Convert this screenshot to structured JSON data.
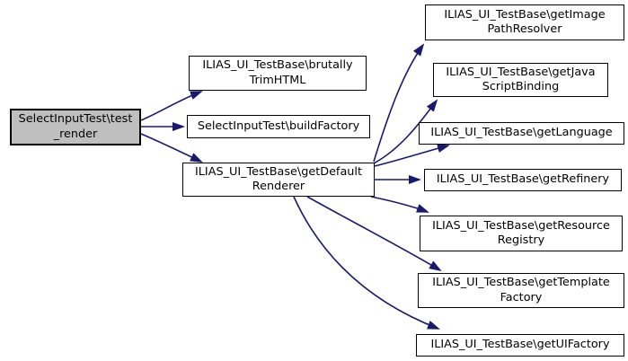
{
  "diagram": {
    "kind": "call-graph",
    "background_color": "#ffffff",
    "node_fill_color": "#ffffff",
    "node_border_color": "#000000",
    "highlight_fill_color": "#bfbfbf",
    "edge_color": "#191970"
  },
  "nodes": [
    {
      "id": "test-render",
      "label": "SelectInputTest\\test\n_render",
      "highlighted": true
    },
    {
      "id": "brutally-trim-html",
      "label": "ILIAS_UI_TestBase\\brutally\nTrimHTML",
      "highlighted": false
    },
    {
      "id": "build-factory",
      "label": "SelectInputTest\\buildFactory",
      "highlighted": false
    },
    {
      "id": "get-default-renderer",
      "label": "ILIAS_UI_TestBase\\getDefault\nRenderer",
      "highlighted": false
    },
    {
      "id": "get-image-path-resolver",
      "label": "ILIAS_UI_TestBase\\getImage\nPathResolver",
      "highlighted": false
    },
    {
      "id": "get-java-script-binding",
      "label": "ILIAS_UI_TestBase\\getJava\nScriptBinding",
      "highlighted": false
    },
    {
      "id": "get-language",
      "label": "ILIAS_UI_TestBase\\getLanguage",
      "highlighted": false
    },
    {
      "id": "get-refinery",
      "label": "ILIAS_UI_TestBase\\getRefinery",
      "highlighted": false
    },
    {
      "id": "get-resource-registry",
      "label": "ILIAS_UI_TestBase\\getResource\nRegistry",
      "highlighted": false
    },
    {
      "id": "get-template-factory",
      "label": "ILIAS_UI_TestBase\\getTemplate\nFactory",
      "highlighted": false
    },
    {
      "id": "get-ui-factory",
      "label": "ILIAS_UI_TestBase\\getUIFactory",
      "highlighted": false
    }
  ],
  "edges": [
    {
      "from": "test-render",
      "to": "brutally-trim-html"
    },
    {
      "from": "test-render",
      "to": "build-factory"
    },
    {
      "from": "test-render",
      "to": "get-default-renderer"
    },
    {
      "from": "get-default-renderer",
      "to": "get-image-path-resolver"
    },
    {
      "from": "get-default-renderer",
      "to": "get-java-script-binding"
    },
    {
      "from": "get-default-renderer",
      "to": "get-language"
    },
    {
      "from": "get-default-renderer",
      "to": "get-refinery"
    },
    {
      "from": "get-default-renderer",
      "to": "get-resource-registry"
    },
    {
      "from": "get-default-renderer",
      "to": "get-template-factory"
    },
    {
      "from": "get-default-renderer",
      "to": "get-ui-factory"
    }
  ]
}
